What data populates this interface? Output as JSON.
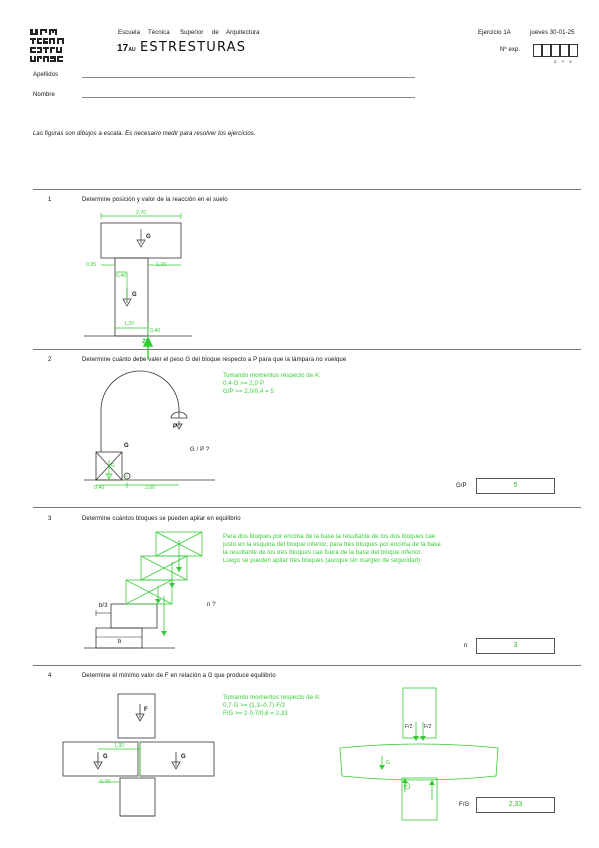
{
  "header": {
    "logo_text": "UPM ETSAM ESTRUCT URAS",
    "school_words": [
      "Escuela",
      "Técnica",
      "Superior",
      "de",
      "Arquitectura"
    ],
    "logo_number": "17",
    "course_title": "ESTRESTURAS",
    "exercise": "Ejercicio 1A",
    "date": "jueves 30-01-25",
    "nexp_label": "Nº exp.",
    "nexp_sublabels": "Z Y X",
    "surname_label": "Apellidos",
    "name_label": "Nombre"
  },
  "note": "Las figuras son dibujos a escala. Es necesario medir para resolver los ejercicios.",
  "q1": {
    "number": "1",
    "prompt": "Determine posición y valor de la reacción en el suelo",
    "dim_top": "2,70",
    "dim_left": "0,35",
    "dim_inner": "0,40",
    "dim_right": "1,15",
    "dim_bottom": "1,20",
    "dim_base": "0,40",
    "g_label": "G",
    "reaction": "2G"
  },
  "q2": {
    "number": "2",
    "prompt": "Determine cuánto debe valer el peso G del bloque respecto a P para que la lámpara no vuelque",
    "solution": [
      "Tomando momentos respecto de A:",
      "0,4·G >= 2,0·P",
      "G/P >= 2,0/0,4 = 5"
    ],
    "g_label": "G",
    "p_label": "P",
    "a_label": "A",
    "question_label": "G / P ?",
    "dim_a": "0,40",
    "dim_b": "2,00",
    "answer_label": "G/P",
    "answer_value": "5"
  },
  "q3": {
    "number": "3",
    "prompt": "Determine cuántos bloques se pueden apilar en equilibrio",
    "solution": [
      "Para dos bloques por encima de la base la resultante de los dos bloques cae",
      "justo en la esquina del bloque inferior; para tres bloques por encima de la base,",
      "la resultante de los tres bloques cae fuera de la base del bloque inferior.",
      "Luego se pueden apilar tres bloques (aunque sin margen de seguridad)"
    ],
    "dim_b3": "b/3",
    "dim_b": "b",
    "question_label": "n ?",
    "answer_label": "n",
    "answer_value": "3"
  },
  "q4": {
    "number": "4",
    "prompt": "Determine el mínimo valor de F en relación a G que produce equilibrio",
    "solution": [
      "Tomando momentos respecto de A:",
      "0,7·G >= (1,3–0,7)·F/2",
      "F/G >= 2·0,7/0,6 = 2,33"
    ],
    "f_label": "F",
    "g_label": "G",
    "dim_a": "1,30",
    "dim_b": "0,70",
    "f2_label": "F/2",
    "a_label": "A",
    "answer_label": "F/G",
    "answer_value": "2,33"
  }
}
